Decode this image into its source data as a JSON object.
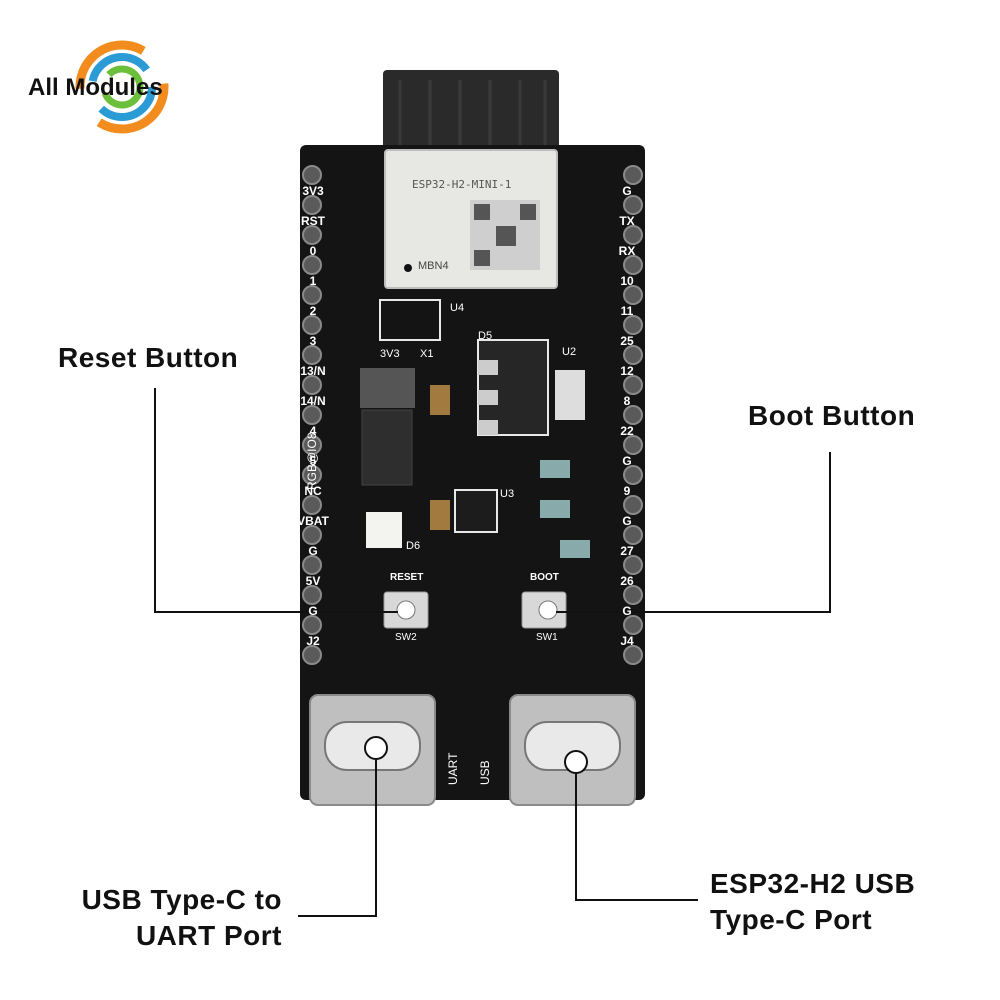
{
  "logo": {
    "text": "All Modules",
    "colors": [
      "#f28c1e",
      "#2b9bd6",
      "#6cbf3b"
    ]
  },
  "labels": {
    "reset": "Reset Button",
    "boot": "Boot Button",
    "uart_line1": "USB Type-C to",
    "uart_line2": "UART Port",
    "usb_line1": "ESP32-H2 USB",
    "usb_line2": "Type-C Port"
  },
  "board": {
    "module_name": "ESP32-H2-MINI-1",
    "module_code": "MBN4",
    "left_pins": [
      "3V3",
      "RST",
      "0",
      "1",
      "2",
      "3",
      "13/N",
      "14/N",
      "4",
      "5",
      "NC",
      "VBAT",
      "G",
      "5V",
      "G",
      "J2"
    ],
    "right_pins": [
      "G",
      "TX",
      "RX",
      "10",
      "11",
      "25",
      "12",
      "8",
      "22",
      "G",
      "9",
      "G",
      "27",
      "26",
      "G",
      "J4"
    ],
    "silk": {
      "reset": "RESET",
      "boot": "BOOT",
      "sw2": "SW2",
      "sw1": "SW1",
      "u4": "U4",
      "u3": "U3",
      "u2": "U2",
      "d5": "D5",
      "d6": "D6",
      "x1": "X1",
      "v33": "3V3",
      "rgb": "RGB@IO8",
      "uart": "UART",
      "usb": "USB"
    },
    "pcb_color": "#141414"
  }
}
